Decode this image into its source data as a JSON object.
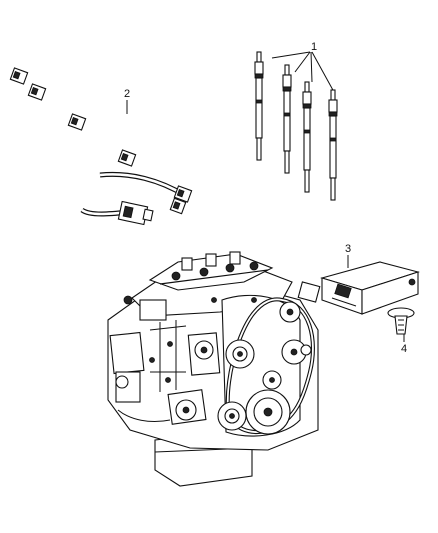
{
  "callouts": {
    "c1": "1",
    "c2": "2",
    "c3": "3",
    "c4": "4"
  },
  "icons": {
    "glow_plugs": "glow-plug-icon",
    "harness": "wiring-harness-icon",
    "module": "control-module-icon",
    "push_pin": "push-pin-icon",
    "engine": "engine-assembly-icon"
  }
}
